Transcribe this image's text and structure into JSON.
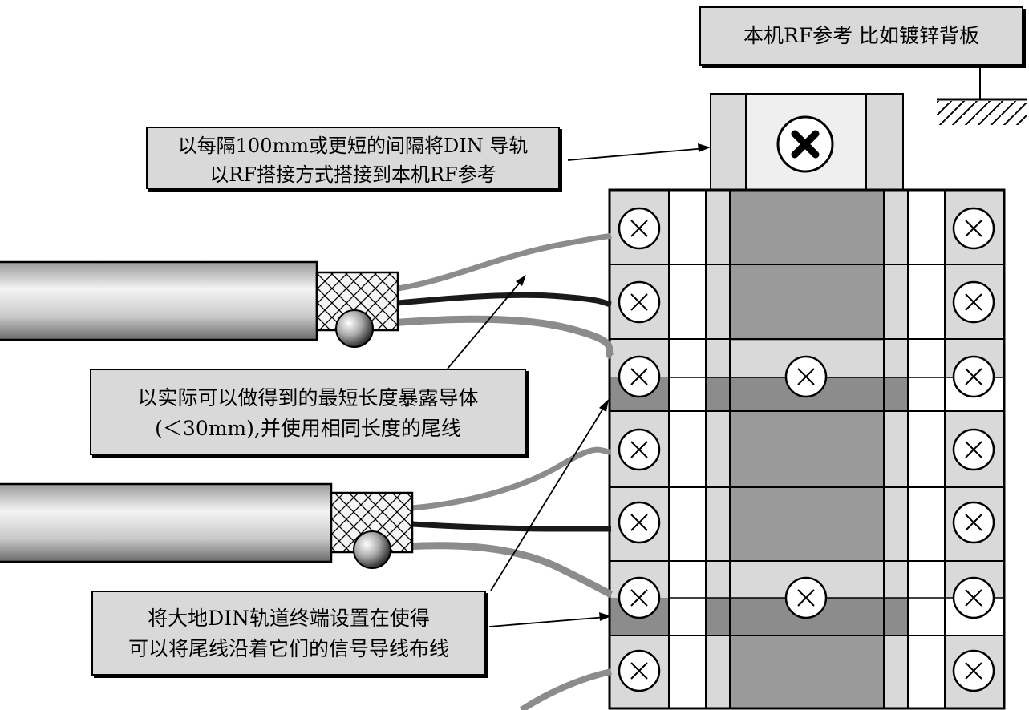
{
  "labels": {
    "rf_reference": "本机RF参考 比如镀锌背板",
    "din_rail_line1": "以每隔100mm或更短的间隔将DIN 导轨",
    "din_rail_line2": "以RF搭接方式搭接到本机RF参考",
    "conductor_line1": "以实际可以做得到的最短长度暴露导体",
    "conductor_line2": "(＜30mm),并使用相同长度的尾线",
    "terminal_line1": "将大地DIN轨道终端设置在使得",
    "terminal_line2": "可以将尾线沿着它们的信号导线布线"
  },
  "colors": {
    "panel_gray": "#d9d9d9",
    "rail_dark": "#8c8c8c",
    "wire_gray": "#8c8c8c",
    "wire_black": "#1a1a1a"
  }
}
